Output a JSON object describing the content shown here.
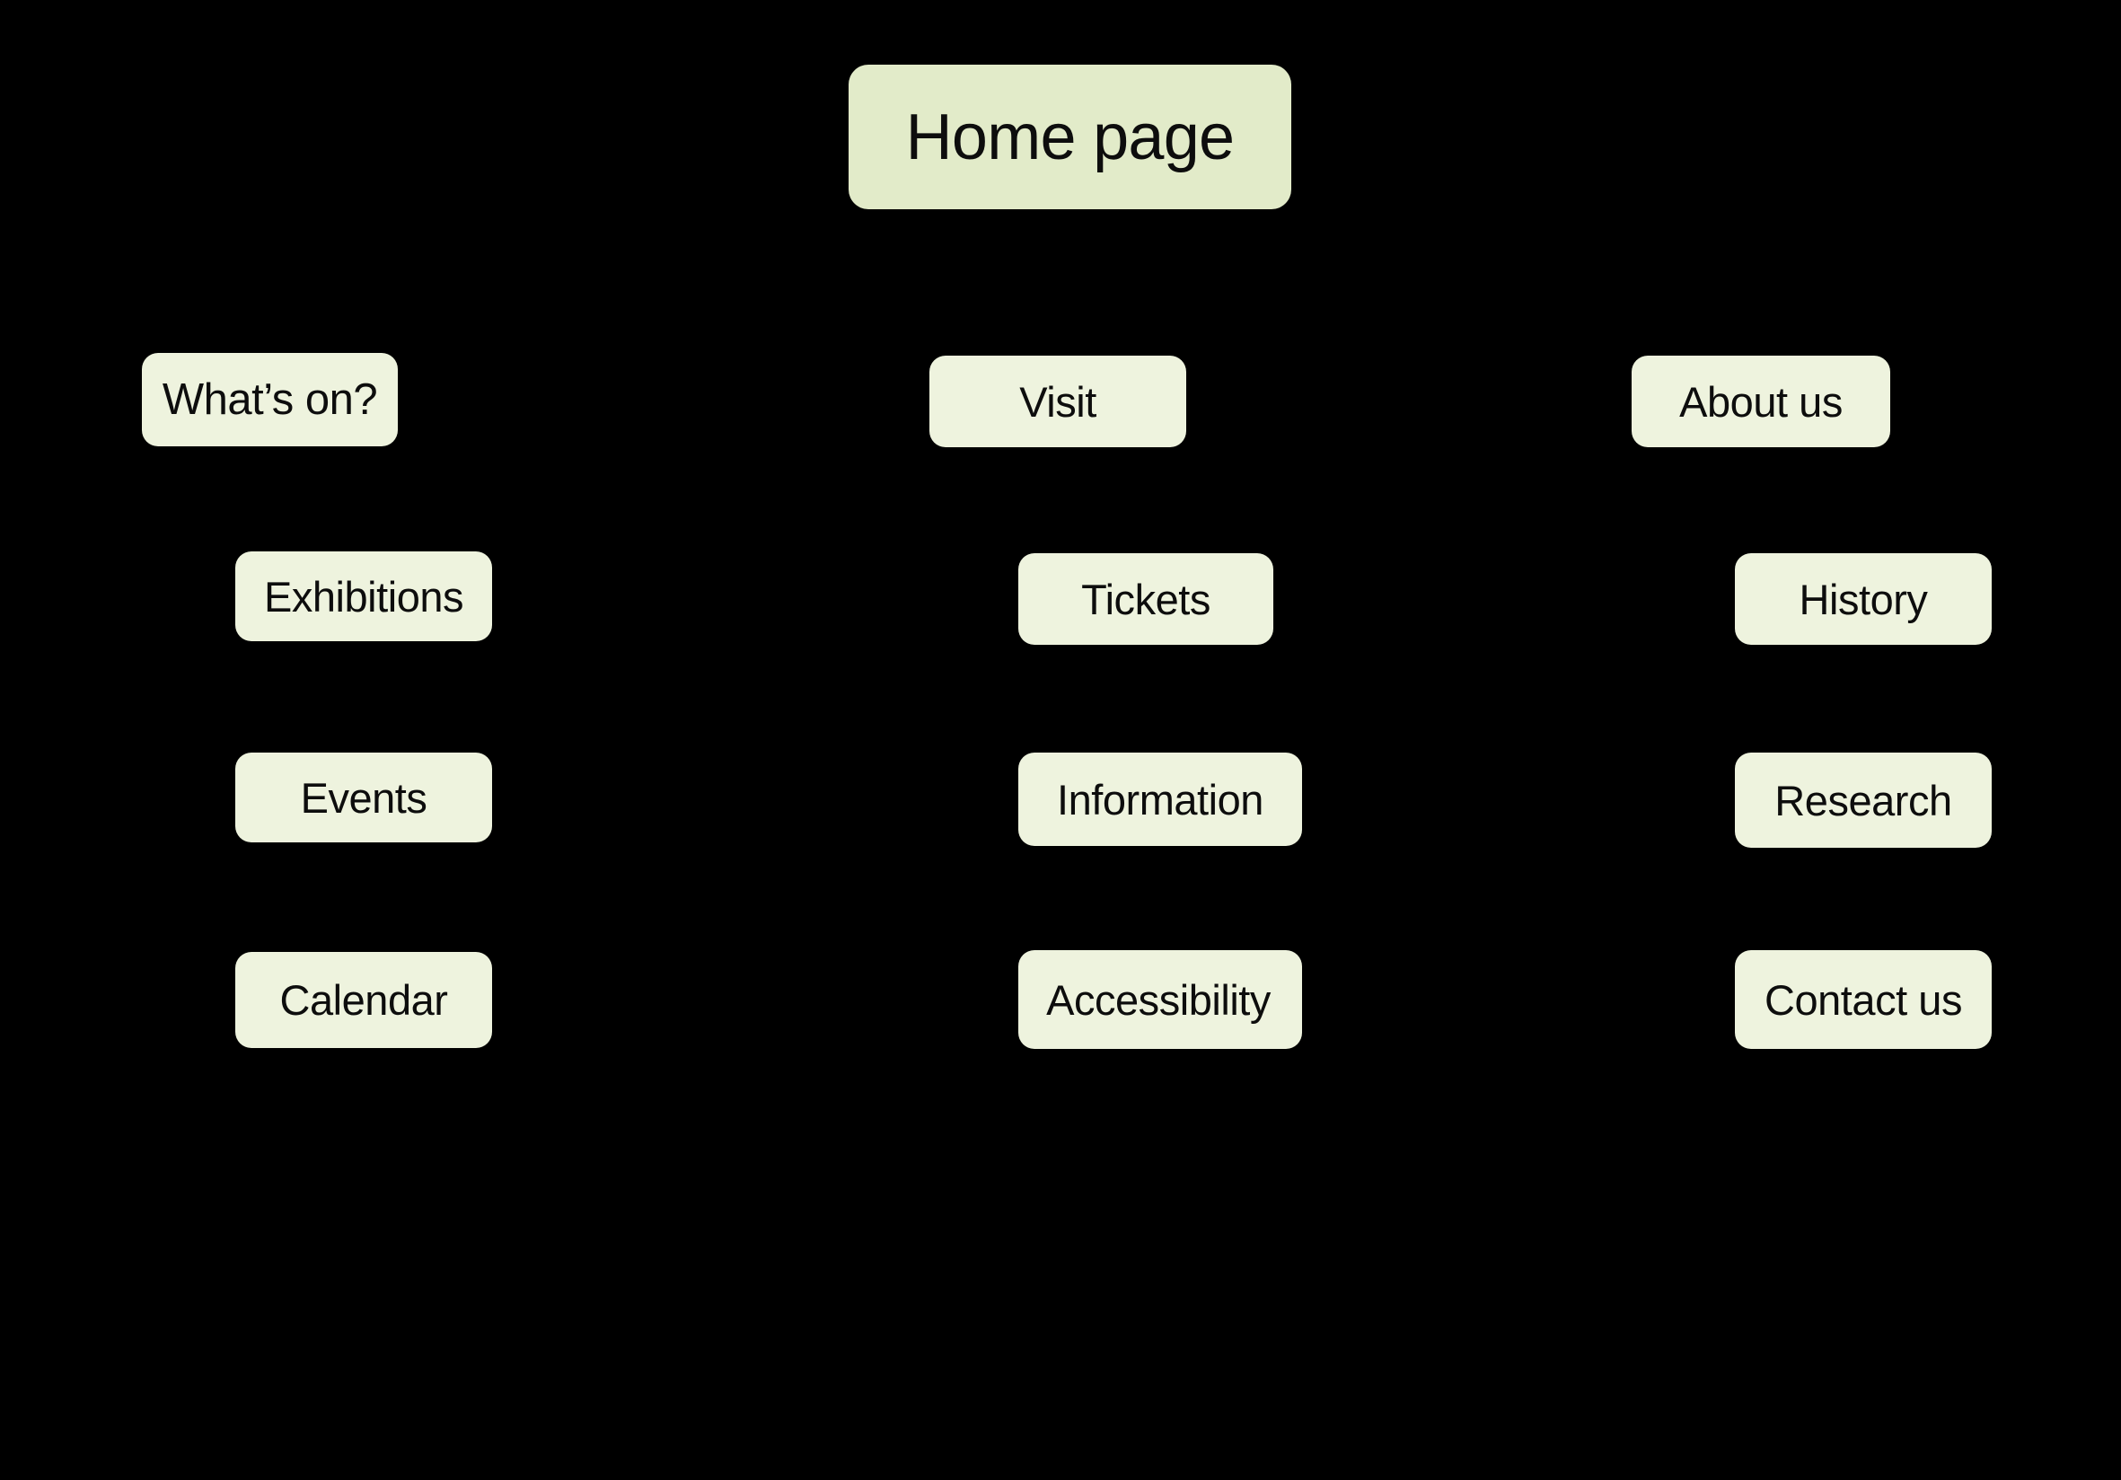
{
  "diagram": {
    "type": "sitemap-tree",
    "background_color": "#000000",
    "root_node_color": "#e2ebc9",
    "node_color": "#eef3de",
    "text_color": "#0d0d0d",
    "root": {
      "label": "Home page",
      "level": 0
    },
    "columns": [
      {
        "name": "whats-on",
        "parent": {
          "label": "What’s on?",
          "level": 1
        },
        "children": [
          {
            "label": "Exhibitions",
            "level": 2
          },
          {
            "label": "Events",
            "level": 2
          },
          {
            "label": "Calendar",
            "level": 2
          }
        ]
      },
      {
        "name": "visit",
        "parent": {
          "label": "Visit",
          "level": 1
        },
        "children": [
          {
            "label": "Tickets",
            "level": 2
          },
          {
            "label": "Information",
            "level": 2
          },
          {
            "label": "Accessibility",
            "level": 2
          }
        ]
      },
      {
        "name": "about-us",
        "parent": {
          "label": "About us",
          "level": 1
        },
        "children": [
          {
            "label": "History",
            "level": 2
          },
          {
            "label": "Research",
            "level": 2
          },
          {
            "label": "Contact us",
            "level": 2
          }
        ]
      }
    ]
  }
}
